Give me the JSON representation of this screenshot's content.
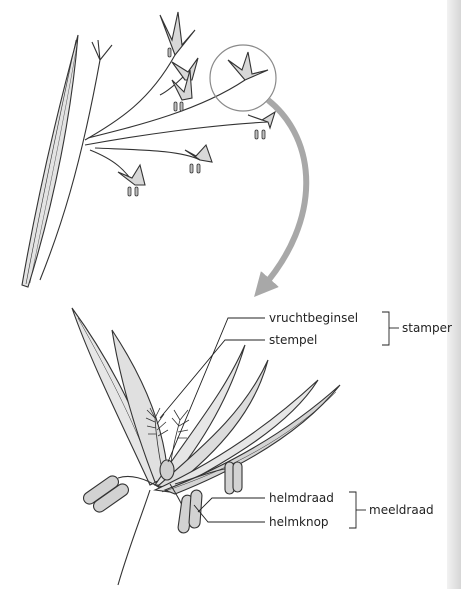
{
  "diagram": {
    "labels": {
      "vruchtbeginsel": "vruchtbeginsel",
      "stempel": "stempel",
      "stamper": "stamper",
      "helmdraad": "helmdraad",
      "helmknop": "helmknop",
      "meeldraad": "meeldraad"
    },
    "colors": {
      "ink": "#333333",
      "leaf_fill": "#e6e6e6",
      "leaf_shade": "#bdbdbd",
      "arrow": "#a8a8a8",
      "circle": "#8a8a8a"
    }
  }
}
